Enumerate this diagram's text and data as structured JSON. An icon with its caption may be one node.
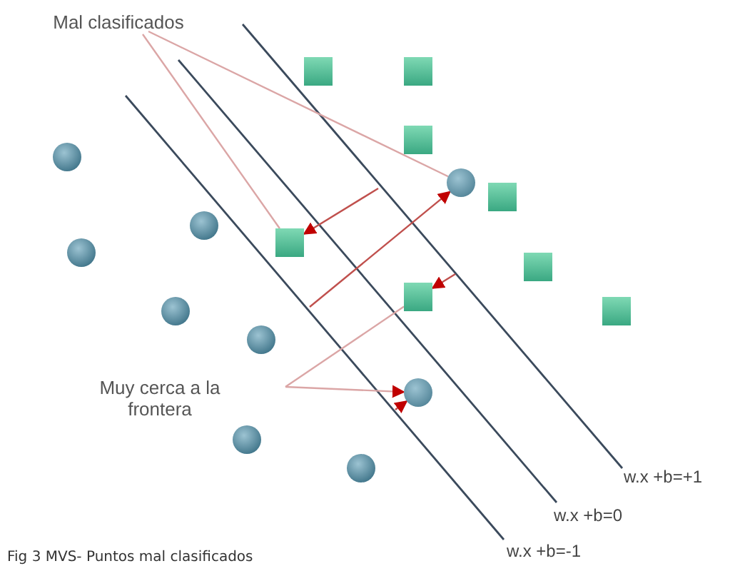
{
  "diagram": {
    "caption": "Fig 3 MVS- Puntos mal clasificados",
    "nodes": [
      {
        "text": [
          "Mal clasificados"
        ]
      },
      {
        "text": [],
        "shape": "circle"
      },
      {
        "text": [],
        "shape": "box"
      },
      {
        "text": [],
        "shape": "box"
      },
      {
        "text": [
          "Muy cerca a la frontera"
        ]
      },
      {
        "text": [],
        "shape": "circle"
      }
    ],
    "edges": [
      {
        "from": 0,
        "to": 2,
        "arrow": "none",
        "color": "#dba6a6"
      },
      {
        "from": 0,
        "to": 1,
        "arrow": "none",
        "color": "#dba6a6"
      },
      {
        "from": null,
        "to": 2,
        "arrow": "to"
      },
      {
        "from": null,
        "to": 1,
        "arrow": "to"
      },
      {
        "from": null,
        "to": 3,
        "arrow": "to"
      },
      {
        "from": 4,
        "to": 3,
        "arrow": "none",
        "color": "#dba6a6"
      },
      {
        "from": 4,
        "to": 5,
        "arrow": "to",
        "color": "#dba6a6"
      },
      {
        "from": null,
        "to": 5,
        "arrow": "to"
      }
    ],
    "labels": [
      "w.x +b=+1",
      "w.x +b=0",
      "w.x +b=-1"
    ]
  }
}
